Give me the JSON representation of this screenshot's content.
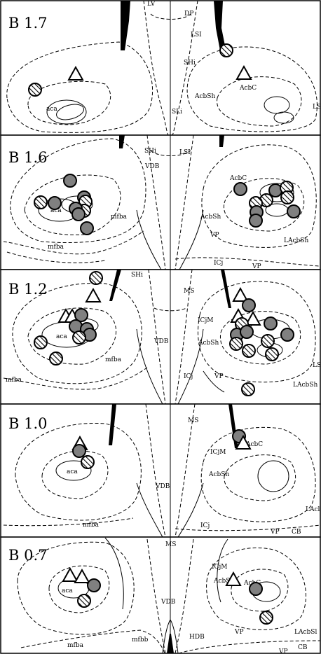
{
  "figure": {
    "legend_markers": {
      "filled_circle": "gray-filled-circle",
      "hatched_circle": "hatched-circle",
      "open_triangle": "open-triangle"
    },
    "colors": {
      "filled": "#808080",
      "outline": "#000000",
      "hatch": "#000000",
      "background": "#ffffff"
    }
  },
  "panels": [
    {
      "id": "p17",
      "title": "B 1.7",
      "labels": [
        "LV",
        "DP",
        "LSI",
        "SHi",
        "AcbSh",
        "AcbC",
        "SLi",
        "aca",
        "LS"
      ]
    },
    {
      "id": "p16",
      "title": "B 1.6",
      "labels": [
        "SHi",
        "LSI",
        "VDB",
        "AcbC",
        "AcbSh",
        "VP",
        "ICj",
        "VP",
        "LAcbSh",
        "mfba",
        "mfba",
        "aca"
      ]
    },
    {
      "id": "p12",
      "title": "B 1.2",
      "labels": [
        "SHi",
        "MS",
        "ICjM",
        "VDB",
        "AcbSh",
        "aca",
        "mfba",
        "mfba",
        "ICj",
        "VP",
        "LS",
        "LAcbSh"
      ]
    },
    {
      "id": "p10",
      "title": "B 1.0",
      "labels": [
        "MS",
        "AcbC",
        "ICjM",
        "AcbSh",
        "aca",
        "VDB",
        "mfba",
        "ICj",
        "VP",
        "CB",
        "LAcl"
      ]
    },
    {
      "id": "p07",
      "title": "B 0.7",
      "labels": [
        "MS",
        "ICjM",
        "AcbSh",
        "AcbC",
        "VDB",
        "aca",
        "mfba",
        "mfbb",
        "HDB",
        "VP",
        "LAcbSl",
        "CB",
        "VP"
      ]
    }
  ]
}
